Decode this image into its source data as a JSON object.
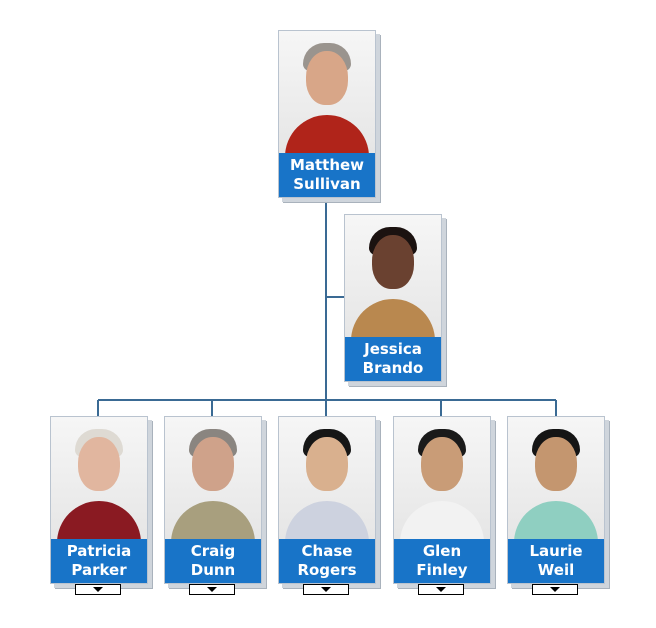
{
  "org_chart": {
    "connector_color": "#3a6a94",
    "name_bar_color": "#1874c8",
    "nodes": {
      "root": {
        "first": "Matthew",
        "last": "Sullivan",
        "skin": "#d8a688",
        "hair": "#9a948e",
        "shirt": "#b0241a"
      },
      "assistant": {
        "first": "Jessica",
        "last": "Brando",
        "skin": "#6a4130",
        "hair": "#1b1210",
        "shirt": "#b9884f"
      },
      "reports": [
        {
          "first": "Patricia",
          "last": "Parker",
          "skin": "#e1b69f",
          "hair": "#dedad3",
          "shirt": "#8a1a22"
        },
        {
          "first": "Craig",
          "last": "Dunn",
          "skin": "#cfa28a",
          "hair": "#8a8580",
          "shirt": "#a89f7e"
        },
        {
          "first": "Chase",
          "last": "Rogers",
          "skin": "#d9b08e",
          "hair": "#161616",
          "shirt": "#cdd2df"
        },
        {
          "first": "Glen",
          "last": "Finley",
          "skin": "#c99c77",
          "hair": "#1a1a1a",
          "shirt": "#f2f2f2"
        },
        {
          "first": "Laurie",
          "last": "Weil",
          "skin": "#c4966f",
          "hair": "#151515",
          "shirt": "#8fcfc1"
        }
      ]
    }
  }
}
